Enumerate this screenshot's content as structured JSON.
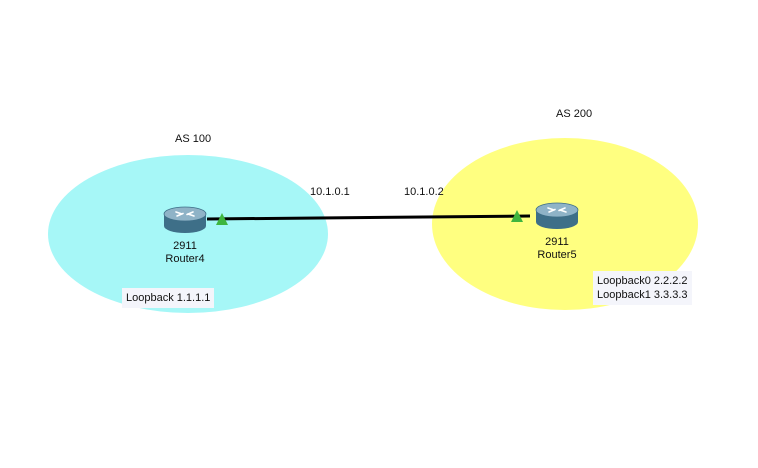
{
  "topology": {
    "areas": [
      {
        "label": "AS 100",
        "color": "#a6f7f7"
      },
      {
        "label": "AS 200",
        "color": "#ffff80"
      }
    ],
    "routers": [
      {
        "model": "2911",
        "name": "Router4",
        "body_color": "#4a7f9a"
      },
      {
        "model": "2911",
        "name": "Router5",
        "body_color": "#4a7f9a"
      }
    ],
    "link": {
      "left_ip": "10.1.0.1",
      "right_ip": "10.1.0.2",
      "status_color": "#3fb53f",
      "cable_color": "#000000"
    },
    "notes": {
      "router4_loopbacks": [
        "Loopback 1.1.1.1"
      ],
      "router5_loopbacks": [
        "Loopback0 2.2.2.2",
        "Loopback1 3.3.3.3"
      ]
    }
  }
}
